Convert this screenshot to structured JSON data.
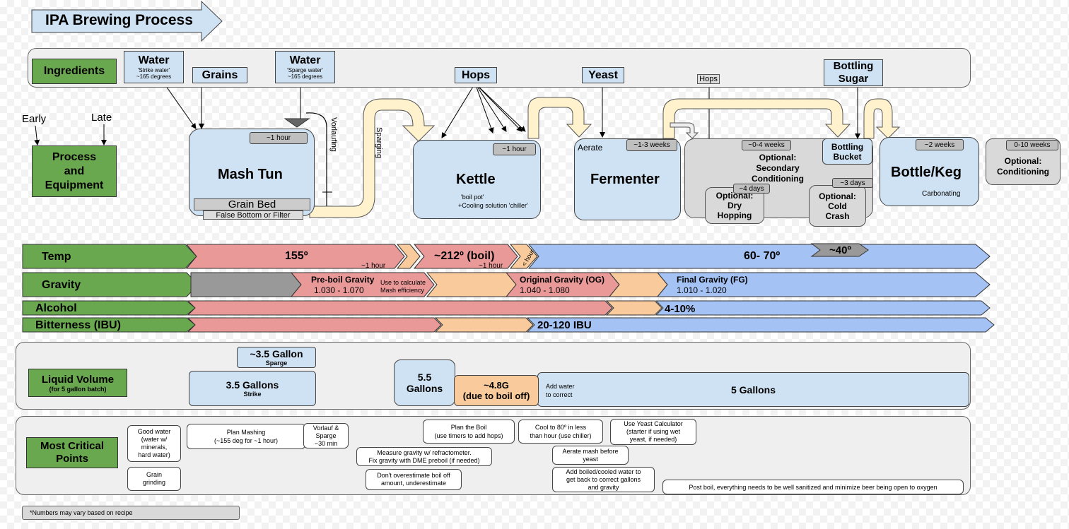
{
  "title": "IPA Brewing Process",
  "ingredients": {
    "label": "Ingredients",
    "water_strike": {
      "title": "Water",
      "line1": "'Strike water'",
      "line2": "~165 degrees"
    },
    "grains": "Grains",
    "water_sparge": {
      "title": "Water",
      "line1": "'Sparge water'",
      "line2": "~165 degrees"
    },
    "hops": "Hops",
    "yeast": "Yeast",
    "hops_small": "Hops",
    "bottling_sugar": {
      "line1": "Bottling",
      "line2": "Sugar"
    }
  },
  "timeline": {
    "early": "Early",
    "late": "Late"
  },
  "process": {
    "label": {
      "line1": "Process",
      "line2": "and",
      "line3": "Equipment"
    },
    "mash_tun": {
      "title": "Mash Tun",
      "duration": "~1 hour",
      "grain_bed": "Grain Bed",
      "false_bottom": "False Bottom or Filter"
    },
    "vorlaufing": "Vorlaufing",
    "sparging": "Sparging",
    "kettle": {
      "title": "Kettle",
      "duration": "~1 hour",
      "note1": "'boil pot'",
      "note2": "+Cooling solution 'chiller'"
    },
    "fermenter": {
      "title": "Fermenter",
      "duration": "~1-3 weeks",
      "aerate": "Aerate"
    },
    "secondary": {
      "duration": "~0-4 weeks",
      "line1": "Optional:",
      "line2": "Secondary",
      "line3": "Conditioning"
    },
    "dry_hopping": {
      "duration": "~4 days",
      "line1": "Optional:",
      "line2": "Dry",
      "line3": "Hopping"
    },
    "bottling_bucket": {
      "line1": "Bottling",
      "line2": "Bucket"
    },
    "cold_crash": {
      "duration": "~3 days",
      "line1": "Optional:",
      "line2": "Cold",
      "line3": "Crash"
    },
    "bottle_keg": {
      "title": "Bottle/Keg",
      "duration": "~2 weeks",
      "note": "Carbonating"
    },
    "conditioning": {
      "duration": "0-10 weeks",
      "line1": "Optional:",
      "line2": "Conditioning"
    }
  },
  "rows": {
    "temp": {
      "label": "Temp",
      "mash": "155º",
      "boil": "~212º (boil)",
      "ferment": "60- 70º",
      "crash": "~40º",
      "mash_time": "~1 hour",
      "boil_time": "~1 hour",
      "cool_time": "< hour"
    },
    "gravity": {
      "label": "Gravity",
      "preboil_title": "Pre-boil Gravity",
      "preboil_range": "1.030 - 1.070",
      "preboil_note1": "Use to calculate",
      "preboil_note2": "Mash efficiency",
      "og_title": "Original Gravity (OG)",
      "og_range": "1.040 - 1.080",
      "fg_title": "Final Gravity (FG)",
      "fg_range": "1.010 - 1.020"
    },
    "alcohol": {
      "label": "Alcohol",
      "value": "4-10%"
    },
    "ibu": {
      "label": "Bitterness (IBU)",
      "value": "20-120 IBU"
    }
  },
  "liquid": {
    "label": "Liquid Volume",
    "sublabel": "(for 5 gallon batch)",
    "sparge": {
      "title": "~3.5 Gallon",
      "sub": "Sparge"
    },
    "strike": {
      "title": "3.5 Gallons",
      "sub": "Strike"
    },
    "kettle": {
      "line1": "5.5",
      "line2": "Gallons"
    },
    "boiled": {
      "line1": "~4.8G",
      "line2": "(due to boil off)"
    },
    "add_water": {
      "line1": "Add water",
      "line2": "to correct"
    },
    "final": "5 Gallons"
  },
  "critical": {
    "label": {
      "line1": "Most Critical",
      "line2": "Points"
    },
    "good_water": [
      "Good water",
      "(water w/",
      "minerals,",
      "hard water)"
    ],
    "grain_grinding": [
      "Grain",
      "grinding"
    ],
    "plan_mashing": [
      "Plan Mashing",
      "(~155 deg for ~1 hour)"
    ],
    "vorlauf_sparge": [
      "Vorlauf &",
      "Sparge",
      "~30 min"
    ],
    "plan_boil": [
      "Plan the Boil",
      "(use timers to add hops)"
    ],
    "measure_gravity": [
      "Measure gravity w/ refractometer.",
      "Fix gravity with DME preboil (if needed)"
    ],
    "boil_off": [
      "Don't overestimate boil off",
      "amount, underestimate"
    ],
    "cool": [
      "Cool to 80º in less",
      "than hour (use chiller)"
    ],
    "aerate": [
      "Aerate mash before",
      "yeast"
    ],
    "add_boiled": [
      "Add boiled/cooled water to",
      "get back to correct gallons",
      "and gravity"
    ],
    "yeast_calc": [
      "Use Yeast Calculator",
      "(starter if using wet",
      "yeast, if needed)"
    ],
    "post_boil": [
      "Post boil, everything needs to be well sanitized and minimize beer being open to oxygen"
    ]
  },
  "footnote": "*Numbers may vary based on recipe",
  "colors": {
    "green": "#6aa84f",
    "blue": "#cfe2f3",
    "red": "#ea9999",
    "orange": "#f9cb9c",
    "fblue": "#a4c2f4",
    "gray": "#999999",
    "cream": "#fff2cc"
  }
}
